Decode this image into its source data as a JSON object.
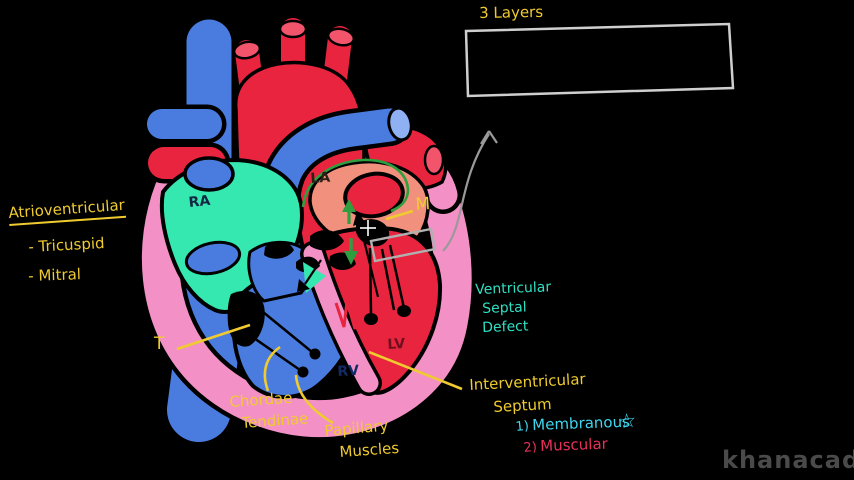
{
  "annotations": {
    "layers_label": "3 Layers",
    "atrioventricular": {
      "title": "Atrioventricular",
      "tricuspid": "- Tricuspid",
      "mitral": "- Mitral"
    },
    "markers": {
      "mitral": "M",
      "tricuspid": "T"
    },
    "chordae": {
      "line1": "Chordae",
      "line2": "Tendinae"
    },
    "papillary": {
      "line1": "Papillary",
      "line2": "Muscles"
    },
    "vsd": {
      "line1": "Ventricular",
      "line2": "Septal",
      "line3": "Defect"
    },
    "ivs": {
      "line1": "Interventricular",
      "line2": "Septum",
      "membranous_num": "1)",
      "membranous": "Membranous",
      "star": "☆",
      "muscular_num": "2)",
      "muscular": "Muscular"
    }
  },
  "heart": {
    "labels": {
      "left_atrium": "LA",
      "right_atrium": "RA",
      "right_ventricle": "RV",
      "left_ventricle": "LV"
    }
  },
  "watermark": {
    "text": "khanacad"
  },
  "colors": {
    "background": "#000000",
    "artery_red": "#e9243f",
    "vessel_cap_red": "#f2546c",
    "vein_blue": "#4a7ce0",
    "vessel_cap_blue": "#8fb0f2",
    "atrium_teal": "#35e8b0",
    "wall_pink": "#f391c6",
    "left_atrium_salmon": "#f2907e",
    "annotation_yellow": "#efcb2f",
    "annotation_green": "#2f9e3f",
    "vsd_teal": "#2fe0c3",
    "membranous_cyan": "#3fd6ee",
    "muscular_red": "#e83058",
    "sketch_gray": "#c0c0c0",
    "watermark_gray": "#4a4a4a"
  }
}
